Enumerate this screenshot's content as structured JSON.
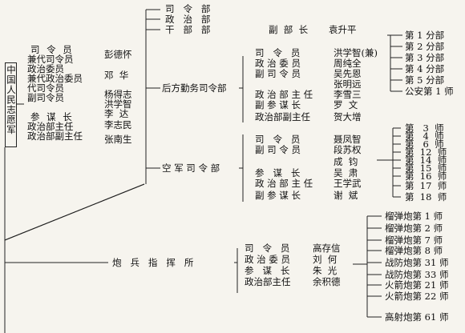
{
  "root": {
    "title": "中国人民志愿军"
  },
  "command": {
    "titles": [
      "司令员",
      "兼代司令员",
      "政治委员",
      "兼代政治委员",
      "代司令员",
      "副司令员",
      "参谋长",
      "政治部主任",
      "政治部副主任"
    ],
    "t1": "司 令 员",
    "t2": "兼代司令员",
    "t3": "政治委员",
    "t4": "兼代政治委员",
    "t5": "代司令员",
    "t6": "副司令员",
    "t7": "参 谋 长",
    "t8": "政治部主任",
    "t9": "政治部副主任",
    "n1": "彭德怀",
    "n2": "邓  华",
    "n3": "杨得志",
    "n4": "洪学智",
    "n5": "李  达",
    "n6": "李志民",
    "n7": "张南生"
  },
  "top_depts": {
    "d1": "司   令   部",
    "d2": "政   治   部",
    "d3": "干   部   部",
    "d3_role": "副  部  长",
    "d3_name": "袁升平"
  },
  "logistics": {
    "label": "后方勤务司令部",
    "rows": [
      {
        "role": "司   令   员",
        "name": "洪学智(兼)"
      },
      {
        "role": "政 治 委 员",
        "name": "周纯全"
      },
      {
        "role": "副 司 令 员",
        "name": "吴先恩"
      },
      {
        "role": "",
        "name": "张明远"
      },
      {
        "role": "政 治 部 主 任",
        "name": "李雪三"
      },
      {
        "role": "副 参 谋 长",
        "name": "罗  文"
      },
      {
        "role": "政治部副主任",
        "name": "贺大增"
      }
    ],
    "branches": [
      "第 1 分部",
      "第 2 分部",
      "第 3 分部",
      "第 4 分部",
      "第 5 分部",
      "公安第 1 师"
    ]
  },
  "air": {
    "label": "空 军 司 令 部",
    "rows": [
      {
        "role": "司   令   员",
        "name": "聂凤智"
      },
      {
        "role": "副 司 令 员",
        "name": "段苏权"
      },
      {
        "role": "",
        "name": "成  钧"
      },
      {
        "role": "参   谋   长",
        "name": "吴  肃"
      },
      {
        "role": "政 治 部 主 任",
        "name": "王学武"
      },
      {
        "role": "副 参 谋 长",
        "name": "谢  斌"
      }
    ],
    "divisions": [
      "第   3  师",
      "第   4  师",
      "第   6  师",
      "第  12  师",
      "第  14  师",
      "第  15  师",
      "第  16  师",
      "第  17  师",
      "第  18  师"
    ]
  },
  "artillery": {
    "label": "炮   兵   指   挥   所",
    "rows": [
      {
        "role": "司   令   员",
        "name": "高存信"
      },
      {
        "role": "政 治 委 员",
        "name": "刘  何"
      },
      {
        "role": "参   谋   长",
        "name": "朱  光"
      },
      {
        "role": "政治部主任",
        "name": "余积德"
      }
    ],
    "divisions": [
      "榴弹炮第 1 师",
      "榴弹炮第 2 师",
      "榴弹炮第 7 师",
      "榴弹炮第 8 师",
      "战防炮第 31 师",
      "战防炮第 33 师",
      "火箭炮第 21 师",
      "火箭炮第 22 师",
      "高射炮第 61 师"
    ]
  }
}
